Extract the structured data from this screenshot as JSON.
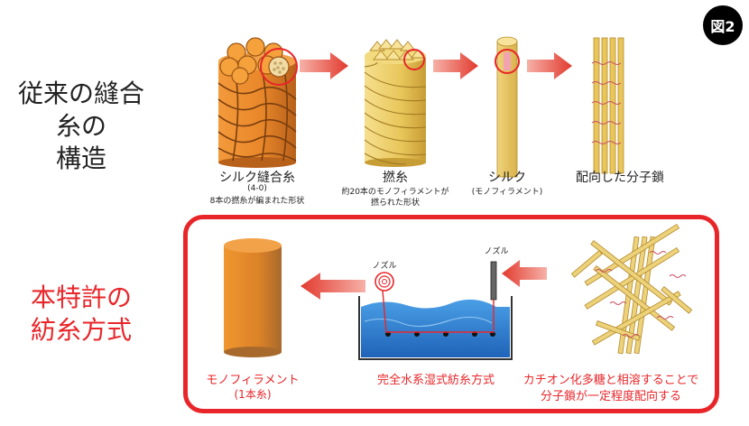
{
  "badge": "図2",
  "section_conventional": {
    "title_line1": "従来の縫合糸の",
    "title_line2": "構造",
    "stages": [
      {
        "label": "シルク縫合糸",
        "sub1": "(4-0)",
        "sub2": "8本の撚糸が編まれた形状"
      },
      {
        "label": "撚糸",
        "sub1": "約20本のモノフィラメントが",
        "sub2": "撚られた形状"
      },
      {
        "label": "シルク",
        "sub1": "(モノフィラメント)",
        "sub2": ""
      },
      {
        "label": "配向した分子鎖",
        "sub1": "",
        "sub2": ""
      }
    ]
  },
  "section_patent": {
    "title_line1": "本特許の",
    "title_line2": "紡糸方式",
    "nozzle_label_left": "ノズル",
    "nozzle_label_right": "ノズル",
    "captions": [
      {
        "line1": "モノフィラメント",
        "line2": "(1本糸)"
      },
      {
        "line1": "完全水系湿式紡糸方式",
        "line2": ""
      },
      {
        "line1": "カチオン化多糖と相溶することで",
        "line2": "分子鎖が一定程度配向する"
      }
    ]
  },
  "colors": {
    "accent_red": "#e8262a",
    "thread_orange": "#e8872a",
    "filament_yellow": "#ecd27a",
    "water_blue": "#2f7fd0"
  }
}
